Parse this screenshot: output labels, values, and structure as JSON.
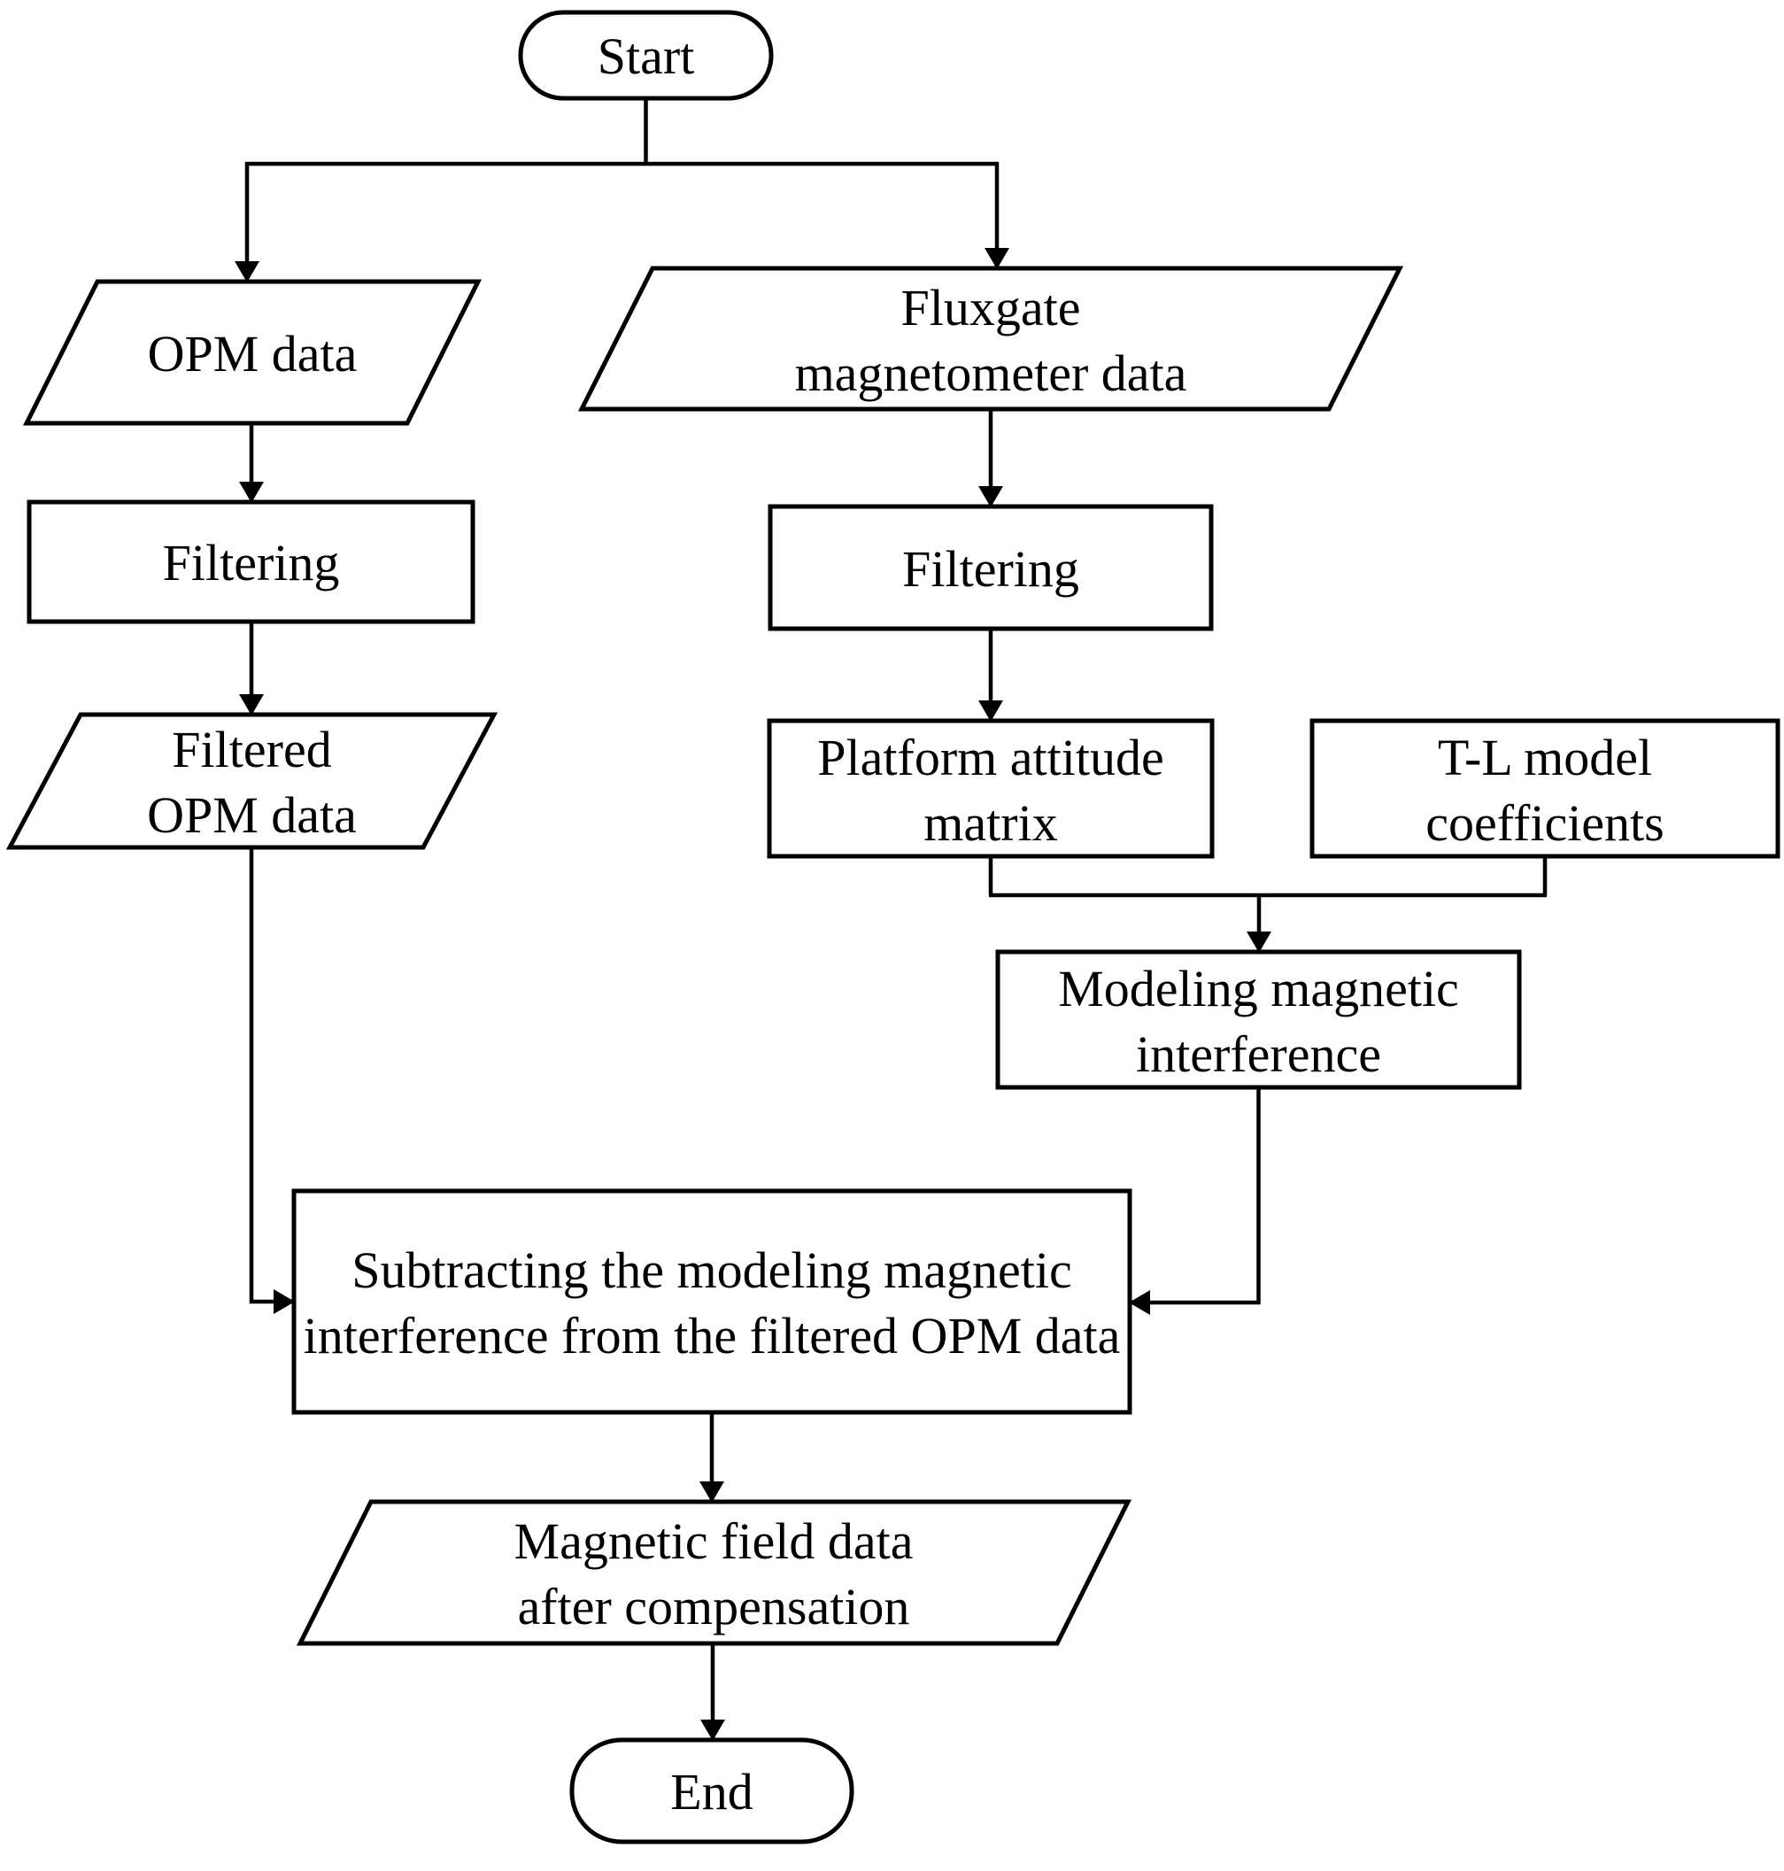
{
  "diagram": {
    "type": "flowchart",
    "colors": {
      "background": "#ffffff",
      "stroke": "#000000",
      "text": "#000000",
      "shape_fill": "#ffffff"
    },
    "nodes": {
      "start": {
        "shape": "terminator",
        "lines": [
          "Start"
        ]
      },
      "opm_data": {
        "shape": "data-parallelogram",
        "lines": [
          "OPM data"
        ]
      },
      "filtering_left": {
        "shape": "process",
        "lines": [
          "Filtering"
        ]
      },
      "filtered_opm_data": {
        "shape": "data-parallelogram",
        "lines": [
          "Filtered",
          "OPM data"
        ]
      },
      "fluxgate_magnetometer_data": {
        "shape": "data-parallelogram",
        "lines": [
          "Fluxgate",
          "magnetometer data"
        ]
      },
      "filtering_right": {
        "shape": "process",
        "lines": [
          "Filtering"
        ]
      },
      "platform_attitude_matrix": {
        "shape": "process",
        "lines": [
          "Platform attitude",
          "matrix"
        ]
      },
      "tl_model_coefficients": {
        "shape": "process",
        "lines": [
          "T-L model",
          "coefficients"
        ]
      },
      "modeling_magnetic_interference": {
        "shape": "process",
        "lines": [
          "Modeling magnetic",
          "interference"
        ]
      },
      "subtracting_interference": {
        "shape": "process",
        "lines": [
          "Subtracting the modeling magnetic",
          "interference from the filtered OPM data"
        ]
      },
      "magnetic_field_after_compensation": {
        "shape": "data-parallelogram",
        "lines": [
          "Magnetic field data",
          "after compensation"
        ]
      },
      "end": {
        "shape": "terminator",
        "lines": [
          "End"
        ]
      }
    },
    "edges": [
      {
        "from": "start",
        "to": "opm_data"
      },
      {
        "from": "start",
        "to": "fluxgate_magnetometer_data"
      },
      {
        "from": "opm_data",
        "to": "filtering_left"
      },
      {
        "from": "filtering_left",
        "to": "filtered_opm_data"
      },
      {
        "from": "filtered_opm_data",
        "to": "subtracting_interference"
      },
      {
        "from": "fluxgate_magnetometer_data",
        "to": "filtering_right"
      },
      {
        "from": "filtering_right",
        "to": "platform_attitude_matrix"
      },
      {
        "from": "platform_attitude_matrix",
        "to": "modeling_magnetic_interference"
      },
      {
        "from": "tl_model_coefficients",
        "to": "modeling_magnetic_interference"
      },
      {
        "from": "modeling_magnetic_interference",
        "to": "subtracting_interference"
      },
      {
        "from": "subtracting_interference",
        "to": "magnetic_field_after_compensation"
      },
      {
        "from": "magnetic_field_after_compensation",
        "to": "end"
      }
    ]
  }
}
